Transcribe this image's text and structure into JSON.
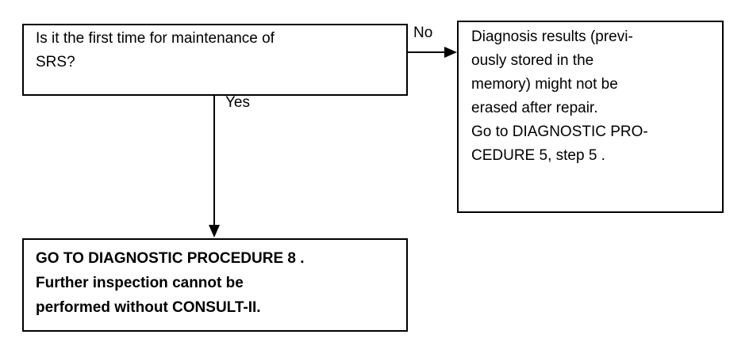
{
  "flowchart": {
    "question": "Is it the first time for maintenance of\nSRS?",
    "no_label": "No",
    "yes_label": "Yes",
    "no_result": "Diagnosis results (previ-\nously stored in the\nmemory) might not be\nerased after repair.\nGo to DIAGNOSTIC PRO-\nCEDURE 5, step 5 .",
    "yes_result": "GO TO DIAGNOSTIC PROCEDURE 8 .\nFurther inspection cannot be\nperformed without CONSULT-II."
  }
}
